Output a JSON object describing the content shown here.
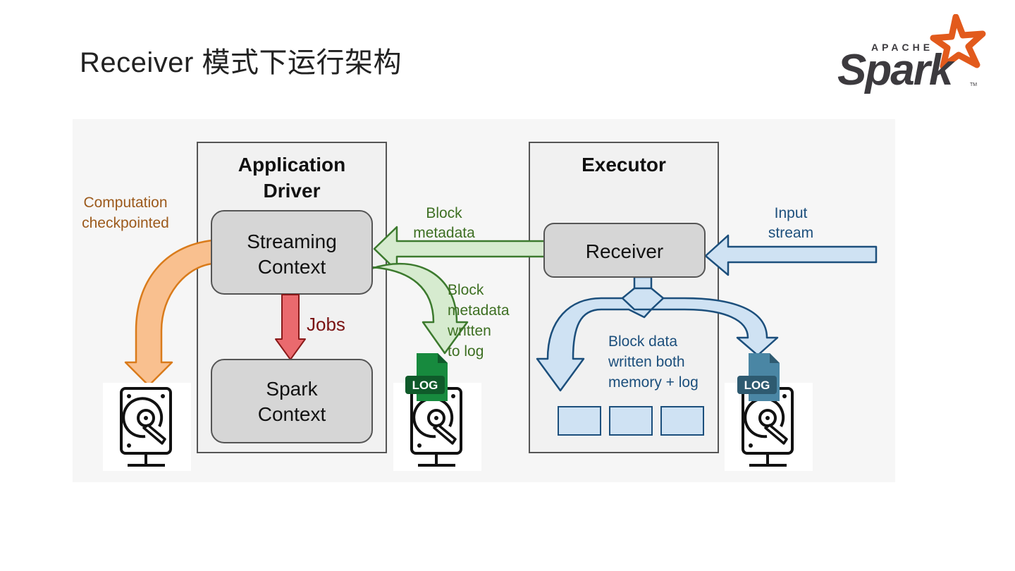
{
  "slide": {
    "title": "Receiver 模式下运行架构"
  },
  "logo": {
    "apache_text": "APACHE",
    "spark_text": "Spark",
    "tm_text": "TM",
    "star_color": "#e25a1c",
    "text_color": "#3c3a3e"
  },
  "diagram": {
    "driver": {
      "title_line1": "Application",
      "title_line2": "Driver",
      "streaming_context_line1": "Streaming",
      "streaming_context_line2": "Context",
      "spark_context_line1": "Spark",
      "spark_context_line2": "Context"
    },
    "executor": {
      "title": "Executor",
      "receiver": "Receiver"
    },
    "labels": {
      "computation_line1": "Computation",
      "computation_line2": "checkpointed",
      "block_metadata_line1": "Block",
      "block_metadata_line2": "metadata",
      "jobs": "Jobs",
      "metadata_log_line1": "Block",
      "metadata_log_line2": "metadata",
      "metadata_log_line3": "written",
      "metadata_log_line4": "to log",
      "input_line1": "Input",
      "input_line2": "stream",
      "block_data_line1": "Block data",
      "block_data_line2": "written both",
      "block_data_line3": "memory + log"
    },
    "log_badge": "LOG",
    "colors": {
      "orange": "#f9c08f",
      "orange_stroke": "#d97b1b",
      "orange_text": "#9c5a1c",
      "green": "#d6ebcf",
      "green_stroke": "#3c7a2e",
      "green_text": "#3d6f22",
      "blue": "#cfe2f3",
      "blue_stroke": "#1c4f7c",
      "blue_text": "#1c4f7c",
      "red": "#ea6a6e",
      "red_stroke": "#8a1a1a",
      "red_text": "#7a1313",
      "log_green": "#178a3e",
      "log_green_dark": "#0f5a2a",
      "log_blue": "#4a86a4",
      "log_blue_dark": "#2e5a70"
    }
  }
}
